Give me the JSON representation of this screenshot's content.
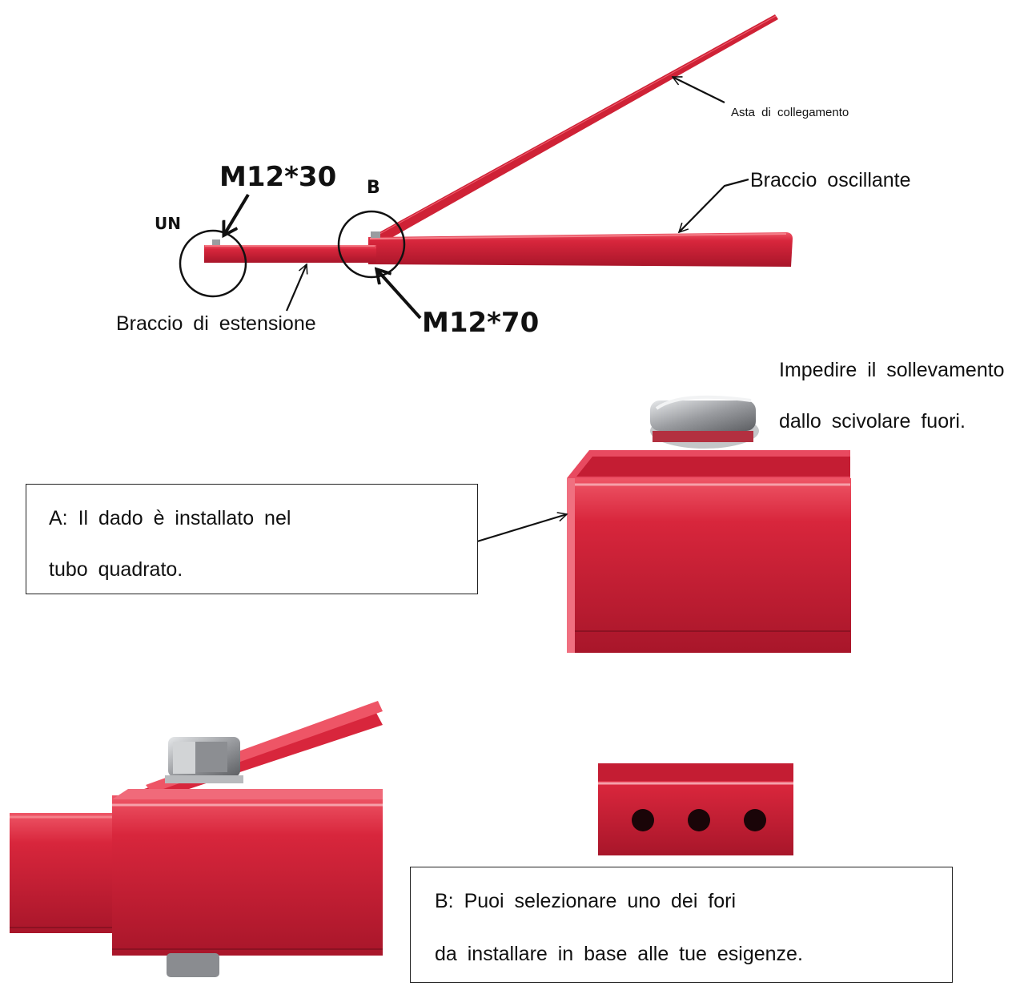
{
  "labels": {
    "link_rod": "Asta di collegamento",
    "swing_arm": "Braccio oscillante",
    "extension_arm": "Braccio di estensione",
    "point_a": "UN",
    "point_b": "B",
    "bolt_a": "M12*30",
    "bolt_b": "M12*70",
    "note_line1": "Impedire il sollevamento",
    "note_line2": "dallo scivolare fuori."
  },
  "box_a": {
    "line1": "A: Il dado è installato nel",
    "line2": "tubo quadrato."
  },
  "box_b": {
    "line1": "B: Puoi selezionare uno dei fori",
    "line2": "da installare in base alle tue esigenze."
  },
  "colors": {
    "tube_red": "#d8263c",
    "tube_dark": "#a8162a",
    "tube_light": "#ee5566",
    "steel": "#9a9ca0",
    "outline": "#111111"
  }
}
